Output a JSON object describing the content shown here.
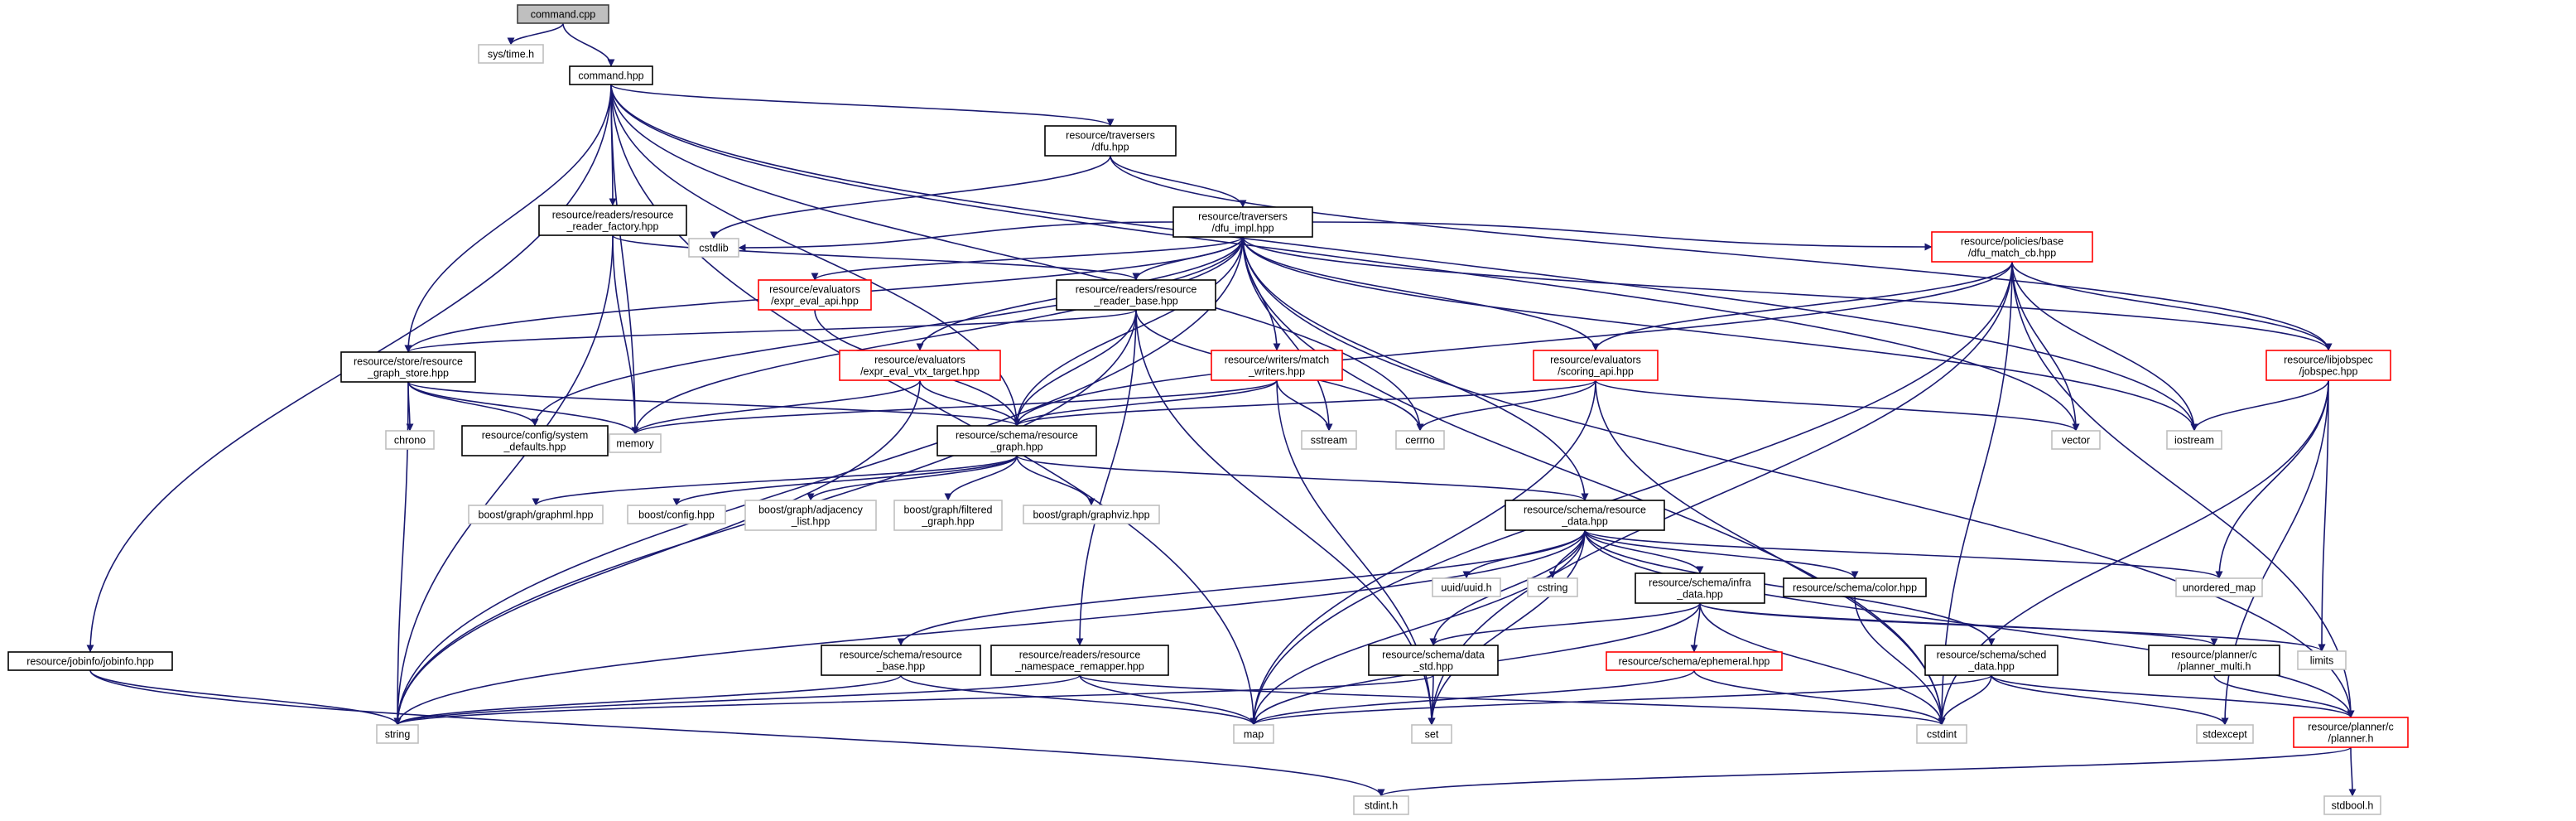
{
  "diagram": {
    "type": "include-dependency-graph",
    "colors": {
      "root_fill": "#bfbfbf",
      "root_border": "#404040",
      "documented_border": "#000000",
      "truncated_border": "#ff0000",
      "external_border": "#bfbfbf",
      "edge": "#191970"
    },
    "nodes": [
      {
        "id": "command_cpp",
        "lines": [
          "command.cpp"
        ],
        "kind": "root"
      },
      {
        "id": "sys_time_h",
        "lines": [
          "sys/time.h"
        ],
        "kind": "external"
      },
      {
        "id": "command_hpp",
        "lines": [
          "command.hpp"
        ],
        "kind": "documented"
      },
      {
        "id": "dfu_hpp",
        "lines": [
          "resource/traversers",
          "/dfu.hpp"
        ],
        "kind": "documented"
      },
      {
        "id": "reader_factory",
        "lines": [
          "resource/readers/resource",
          "_reader_factory.hpp"
        ],
        "kind": "documented"
      },
      {
        "id": "dfu_impl",
        "lines": [
          "resource/traversers",
          "/dfu_impl.hpp"
        ],
        "kind": "documented"
      },
      {
        "id": "cstdlib",
        "lines": [
          "cstdlib"
        ],
        "kind": "external"
      },
      {
        "id": "expr_eval_api",
        "lines": [
          "resource/evaluators",
          "/expr_eval_api.hpp"
        ],
        "kind": "truncated"
      },
      {
        "id": "reader_base",
        "lines": [
          "resource/readers/resource",
          "_reader_base.hpp"
        ],
        "kind": "documented"
      },
      {
        "id": "dfu_match_cb",
        "lines": [
          "resource/policies/base",
          "/dfu_match_cb.hpp"
        ],
        "kind": "truncated"
      },
      {
        "id": "graph_store",
        "lines": [
          "resource/store/resource",
          "_graph_store.hpp"
        ],
        "kind": "documented"
      },
      {
        "id": "expr_eval_vtx",
        "lines": [
          "resource/evaluators",
          "/expr_eval_vtx_target.hpp"
        ],
        "kind": "truncated"
      },
      {
        "id": "match_writers",
        "lines": [
          "resource/writers/match",
          "_writers.hpp"
        ],
        "kind": "truncated"
      },
      {
        "id": "scoring_api",
        "lines": [
          "resource/evaluators",
          "/scoring_api.hpp"
        ],
        "kind": "truncated"
      },
      {
        "id": "jobspec",
        "lines": [
          "resource/libjobspec",
          "/jobspec.hpp"
        ],
        "kind": "truncated"
      },
      {
        "id": "chrono",
        "lines": [
          "chrono"
        ],
        "kind": "external"
      },
      {
        "id": "system_defaults",
        "lines": [
          "resource/config/system",
          "_defaults.hpp"
        ],
        "kind": "documented"
      },
      {
        "id": "memory",
        "lines": [
          "memory"
        ],
        "kind": "external"
      },
      {
        "id": "resource_graph",
        "lines": [
          "resource/schema/resource",
          "_graph.hpp"
        ],
        "kind": "documented"
      },
      {
        "id": "sstream",
        "lines": [
          "sstream"
        ],
        "kind": "external"
      },
      {
        "id": "cerrno",
        "lines": [
          "cerrno"
        ],
        "kind": "external"
      },
      {
        "id": "vector",
        "lines": [
          "vector"
        ],
        "kind": "external"
      },
      {
        "id": "iostream",
        "lines": [
          "iostream"
        ],
        "kind": "external"
      },
      {
        "id": "graphml",
        "lines": [
          "boost/graph/graphml.hpp"
        ],
        "kind": "external"
      },
      {
        "id": "boost_config",
        "lines": [
          "boost/config.hpp"
        ],
        "kind": "external"
      },
      {
        "id": "adjacency_list",
        "lines": [
          "boost/graph/adjacency",
          "_list.hpp"
        ],
        "kind": "external"
      },
      {
        "id": "filtered_graph",
        "lines": [
          "boost/graph/filtered",
          "_graph.hpp"
        ],
        "kind": "external"
      },
      {
        "id": "graphviz",
        "lines": [
          "boost/graph/graphviz.hpp"
        ],
        "kind": "external"
      },
      {
        "id": "resource_data",
        "lines": [
          "resource/schema/resource",
          "_data.hpp"
        ],
        "kind": "documented"
      },
      {
        "id": "unordered_map",
        "lines": [
          "unordered_map"
        ],
        "kind": "external"
      },
      {
        "id": "uuid_h",
        "lines": [
          "uuid/uuid.h"
        ],
        "kind": "external"
      },
      {
        "id": "cstring",
        "lines": [
          "cstring"
        ],
        "kind": "external"
      },
      {
        "id": "infra_data",
        "lines": [
          "resource/schema/infra",
          "_data.hpp"
        ],
        "kind": "documented"
      },
      {
        "id": "color_hpp",
        "lines": [
          "resource/schema/color.hpp"
        ],
        "kind": "documented"
      },
      {
        "id": "limits",
        "lines": [
          "limits"
        ],
        "kind": "external"
      },
      {
        "id": "jobinfo",
        "lines": [
          "resource/jobinfo/jobinfo.hpp"
        ],
        "kind": "documented"
      },
      {
        "id": "resource_base",
        "lines": [
          "resource/schema/resource",
          "_base.hpp"
        ],
        "kind": "documented"
      },
      {
        "id": "ns_remapper",
        "lines": [
          "resource/readers/resource",
          "_namespace_remapper.hpp"
        ],
        "kind": "documented"
      },
      {
        "id": "data_std",
        "lines": [
          "resource/schema/data",
          "_std.hpp"
        ],
        "kind": "documented"
      },
      {
        "id": "ephemeral",
        "lines": [
          "resource/schema/ephemeral.hpp"
        ],
        "kind": "truncated"
      },
      {
        "id": "sched_data",
        "lines": [
          "resource/schema/sched",
          "_data.hpp"
        ],
        "kind": "documented"
      },
      {
        "id": "planner_multi",
        "lines": [
          "resource/planner/c",
          "/planner_multi.h"
        ],
        "kind": "documented"
      },
      {
        "id": "string",
        "lines": [
          "string"
        ],
        "kind": "external"
      },
      {
        "id": "map",
        "lines": [
          "map"
        ],
        "kind": "external"
      },
      {
        "id": "set",
        "lines": [
          "set"
        ],
        "kind": "external"
      },
      {
        "id": "cstdint",
        "lines": [
          "cstdint"
        ],
        "kind": "external"
      },
      {
        "id": "stdexcept",
        "lines": [
          "stdexcept"
        ],
        "kind": "external"
      },
      {
        "id": "planner_h",
        "lines": [
          "resource/planner/c",
          "/planner.h"
        ],
        "kind": "truncated"
      },
      {
        "id": "stdint_h",
        "lines": [
          "stdint.h"
        ],
        "kind": "external"
      },
      {
        "id": "stdbool_h",
        "lines": [
          "stdbool.h"
        ],
        "kind": "external"
      }
    ],
    "edges": [
      [
        "command_cpp",
        "sys_time_h"
      ],
      [
        "command_cpp",
        "command_hpp"
      ],
      [
        "command_hpp",
        "dfu_hpp"
      ],
      [
        "command_hpp",
        "reader_factory"
      ],
      [
        "command_hpp",
        "graph_store"
      ],
      [
        "command_hpp",
        "memory"
      ],
      [
        "command_hpp",
        "cerrno"
      ],
      [
        "command_hpp",
        "vector"
      ],
      [
        "command_hpp",
        "resource_graph"
      ],
      [
        "command_hpp",
        "map"
      ],
      [
        "command_hpp",
        "jobinfo"
      ],
      [
        "command_hpp",
        "iostream"
      ],
      [
        "dfu_hpp",
        "dfu_impl"
      ],
      [
        "dfu_hpp",
        "cstdlib"
      ],
      [
        "dfu_hpp",
        "jobspec"
      ],
      [
        "reader_factory",
        "reader_base"
      ],
      [
        "reader_factory",
        "memory"
      ],
      [
        "reader_factory",
        "string"
      ],
      [
        "dfu_impl",
        "cstdlib"
      ],
      [
        "dfu_impl",
        "expr_eval_api"
      ],
      [
        "dfu_impl",
        "reader_base"
      ],
      [
        "dfu_impl",
        "dfu_match_cb"
      ],
      [
        "dfu_impl",
        "graph_store"
      ],
      [
        "dfu_impl",
        "expr_eval_vtx"
      ],
      [
        "dfu_impl",
        "match_writers"
      ],
      [
        "dfu_impl",
        "scoring_api"
      ],
      [
        "dfu_impl",
        "jobspec"
      ],
      [
        "dfu_impl",
        "system_defaults"
      ],
      [
        "dfu_impl",
        "memory"
      ],
      [
        "dfu_impl",
        "resource_graph"
      ],
      [
        "dfu_impl",
        "sstream"
      ],
      [
        "dfu_impl",
        "iostream"
      ],
      [
        "dfu_impl",
        "resource_data"
      ],
      [
        "dfu_impl",
        "planner_h"
      ],
      [
        "dfu_impl",
        "cstdint"
      ],
      [
        "dfu_impl",
        "string"
      ],
      [
        "expr_eval_api",
        "resource_graph"
      ],
      [
        "reader_base",
        "graph_store"
      ],
      [
        "reader_base",
        "resource_graph"
      ],
      [
        "reader_base",
        "ns_remapper"
      ],
      [
        "reader_base",
        "cerrno"
      ],
      [
        "reader_base",
        "set"
      ],
      [
        "reader_base",
        "string"
      ],
      [
        "dfu_match_cb",
        "scoring_api"
      ],
      [
        "dfu_match_cb",
        "jobspec"
      ],
      [
        "dfu_match_cb",
        "resource_graph"
      ],
      [
        "dfu_match_cb",
        "vector"
      ],
      [
        "dfu_match_cb",
        "iostream"
      ],
      [
        "dfu_match_cb",
        "cstdint"
      ],
      [
        "dfu_match_cb",
        "map"
      ],
      [
        "dfu_match_cb",
        "set"
      ],
      [
        "dfu_match_cb",
        "planner_h"
      ],
      [
        "graph_store",
        "chrono"
      ],
      [
        "graph_store",
        "system_defaults"
      ],
      [
        "graph_store",
        "memory"
      ],
      [
        "graph_store",
        "resource_graph"
      ],
      [
        "graph_store",
        "string"
      ],
      [
        "expr_eval_vtx",
        "resource_graph"
      ],
      [
        "expr_eval_vtx",
        "memory"
      ],
      [
        "expr_eval_vtx",
        "string"
      ],
      [
        "match_writers",
        "resource_graph"
      ],
      [
        "match_writers",
        "sstream"
      ],
      [
        "match_writers",
        "set"
      ],
      [
        "match_writers",
        "memory"
      ],
      [
        "scoring_api",
        "resource_graph"
      ],
      [
        "scoring_api",
        "cerrno"
      ],
      [
        "scoring_api",
        "vector"
      ],
      [
        "scoring_api",
        "map"
      ],
      [
        "scoring_api",
        "cstdint"
      ],
      [
        "jobspec",
        "iostream"
      ],
      [
        "jobspec",
        "unordered_map"
      ],
      [
        "jobspec",
        "limits"
      ],
      [
        "jobspec",
        "cstdint"
      ],
      [
        "jobspec",
        "stdexcept"
      ],
      [
        "resource_graph",
        "graphml"
      ],
      [
        "resource_graph",
        "boost_config"
      ],
      [
        "resource_graph",
        "adjacency_list"
      ],
      [
        "resource_graph",
        "filtered_graph"
      ],
      [
        "resource_graph",
        "graphviz"
      ],
      [
        "resource_graph",
        "resource_data"
      ],
      [
        "resource_data",
        "uuid_h"
      ],
      [
        "resource_data",
        "cstring"
      ],
      [
        "resource_data",
        "infra_data"
      ],
      [
        "resource_data",
        "color_hpp"
      ],
      [
        "resource_data",
        "sched_data"
      ],
      [
        "resource_data",
        "data_std"
      ],
      [
        "resource_data",
        "unordered_map"
      ],
      [
        "resource_data",
        "string"
      ],
      [
        "resource_data",
        "map"
      ],
      [
        "resource_data",
        "set"
      ],
      [
        "resource_data",
        "resource_base"
      ],
      [
        "resource_data",
        "planner_h"
      ],
      [
        "infra_data",
        "ephemeral"
      ],
      [
        "infra_data",
        "data_std"
      ],
      [
        "infra_data",
        "planner_multi"
      ],
      [
        "infra_data",
        "limits"
      ],
      [
        "infra_data",
        "map"
      ],
      [
        "infra_data",
        "cstdint"
      ],
      [
        "color_hpp",
        "cstdint"
      ],
      [
        "sched_data",
        "map"
      ],
      [
        "sched_data",
        "cstdint"
      ],
      [
        "sched_data",
        "planner_h"
      ],
      [
        "sched_data",
        "stdexcept"
      ],
      [
        "data_std",
        "string"
      ],
      [
        "data_std",
        "set"
      ],
      [
        "ephemeral",
        "map"
      ],
      [
        "ephemeral",
        "cstdint"
      ],
      [
        "resource_base",
        "string"
      ],
      [
        "resource_base",
        "map"
      ],
      [
        "ns_remapper",
        "map"
      ],
      [
        "ns_remapper",
        "string"
      ],
      [
        "ns_remapper",
        "cstdint"
      ],
      [
        "planner_multi",
        "planner_h"
      ],
      [
        "planner_h",
        "stdint_h"
      ],
      [
        "planner_h",
        "stdbool_h"
      ],
      [
        "jobinfo",
        "string"
      ],
      [
        "jobinfo",
        "stdint_h"
      ]
    ]
  }
}
